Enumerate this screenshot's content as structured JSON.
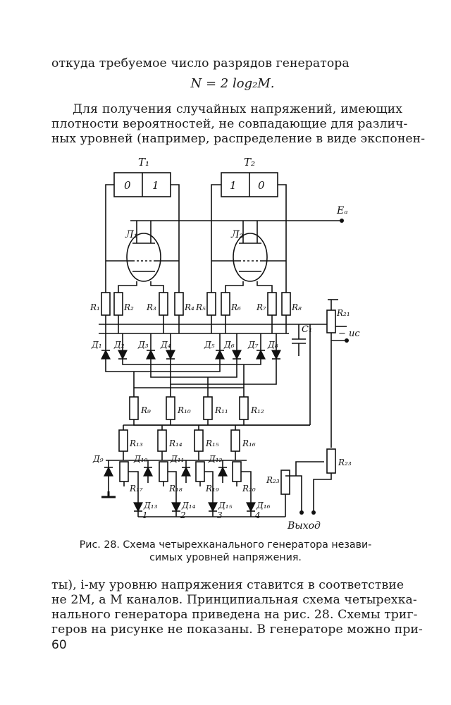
{
  "page": {
    "top_line": "откуда требуемое число разрядов генератора",
    "formula": "N = 2 log₂M.",
    "para1": [
      "Для получения случайных напряжений, имеющих",
      "плотности вероятностей, не совпадающие для различ-",
      "ных уровней (например, распределение в виде экспонен-"
    ],
    "figure_caption": [
      "Рис. 28. Схема четырехканального генератора незави-",
      "симых уровней напряжения."
    ],
    "para2": [
      "ты), i-му уровню напряжения ставится в соответствие",
      "не 2M, а M каналов. Принципиальная схема четырехка-",
      "нального генератора приведена на рис. 28. Схемы триг-",
      "геров на рисунке не показаны. В генераторе можно при-"
    ],
    "page_number": "60"
  },
  "figure": {
    "triggers": [
      {
        "label": "T₁",
        "cells": [
          "0",
          "1"
        ]
      },
      {
        "label": "T₂",
        "cells": [
          "1",
          "0"
        ]
      }
    ],
    "tubes": [
      "Л₁",
      "Л₂"
    ],
    "supply_label": "Eₐ",
    "top_resistors": [
      "R₁",
      "R₂",
      "R₃",
      "R₄",
      "R₅",
      "R₆",
      "R₇",
      "R₈"
    ],
    "upper_diodes": [
      "Д₁",
      "Д₂",
      "Д₃",
      "Д₄",
      "Д₅",
      "Д₆",
      "Д₇",
      "Д₈"
    ],
    "capacitor": "C₁",
    "pot_labels": [
      "R₂₁",
      "R₂₃",
      "R₂₃"
    ],
    "uc_label": "− uc",
    "mid_resistors": [
      "R₉",
      "R₁₀",
      "R₁₁",
      "R₁₂"
    ],
    "lower_resistors": [
      "R₁₃",
      "R₁₄",
      "R₁₅",
      "R₁₆"
    ],
    "channel_diodes": [
      "Д₉",
      "Д₁₀",
      "Д₁₁",
      "Д₁₂"
    ],
    "channel_pots": [
      "R₁₇",
      "R₁₈",
      "R₁₉",
      "R₂₀"
    ],
    "output_diodes": [
      "Д₁₃",
      "Д₁₄",
      "Д₁₅",
      "Д₁₆"
    ],
    "channel_numbers": [
      "1",
      "2",
      "3",
      "4"
    ],
    "output_label": "Выход"
  }
}
